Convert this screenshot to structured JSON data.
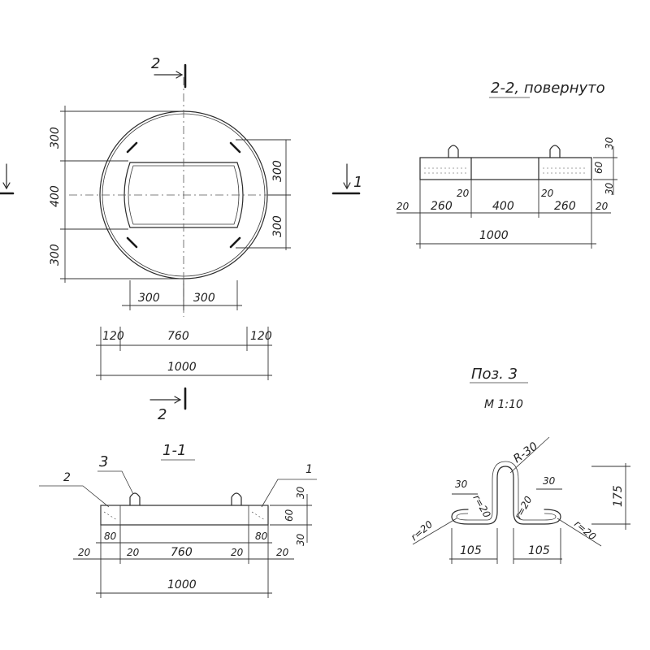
{
  "plan": {
    "cut_marker_top": "2",
    "cut_marker_bottom": "2",
    "cut_marker_right": "1",
    "dim_300_left_top": "300",
    "dim_400_left": "400",
    "dim_300_left_bottom": "300",
    "dim_300_right_top": "300",
    "dim_300_right_bottom": "300",
    "dim_300_bottom_left": "300",
    "dim_300_bottom_right": "300",
    "dim_120_left": "120",
    "dim_760": "760",
    "dim_120_right": "120",
    "dim_1000": "1000"
  },
  "section22": {
    "title": "2-2, повернуто",
    "dim_30_top": "30",
    "dim_60": "60",
    "dim_30_bottom": "30",
    "dim_20_left": "20",
    "dim_260_left": "260",
    "dim_20_inner_left": "20",
    "dim_400": "400",
    "dim_20_inner_right": "20",
    "dim_260_right": "260",
    "dim_20_right": "20",
    "dim_1000": "1000"
  },
  "section11": {
    "title": "1-1",
    "callout_3": "3",
    "callout_2": "2",
    "callout_1": "1",
    "dim_30_top": "30",
    "dim_60": "60",
    "dim_30_bottom": "30",
    "dim_80_left": "80",
    "dim_80_right": "80",
    "dim_20_far_left": "20",
    "dim_20_left": "20",
    "dim_760": "760",
    "dim_20_right": "20",
    "dim_20_far_right": "20",
    "dim_1000": "1000"
  },
  "pos3": {
    "title": "Поз. 3",
    "scale": "М 1:10",
    "radius": "R-30",
    "dim_30_left": "30",
    "dim_30_right": "30",
    "r_left_outer": "r=20",
    "r_left_inner": "r=20",
    "r_right_inner": "r=20",
    "r_right_outer": "r=20",
    "dim_175": "175",
    "dim_105_left": "105",
    "dim_105_right": "105"
  }
}
